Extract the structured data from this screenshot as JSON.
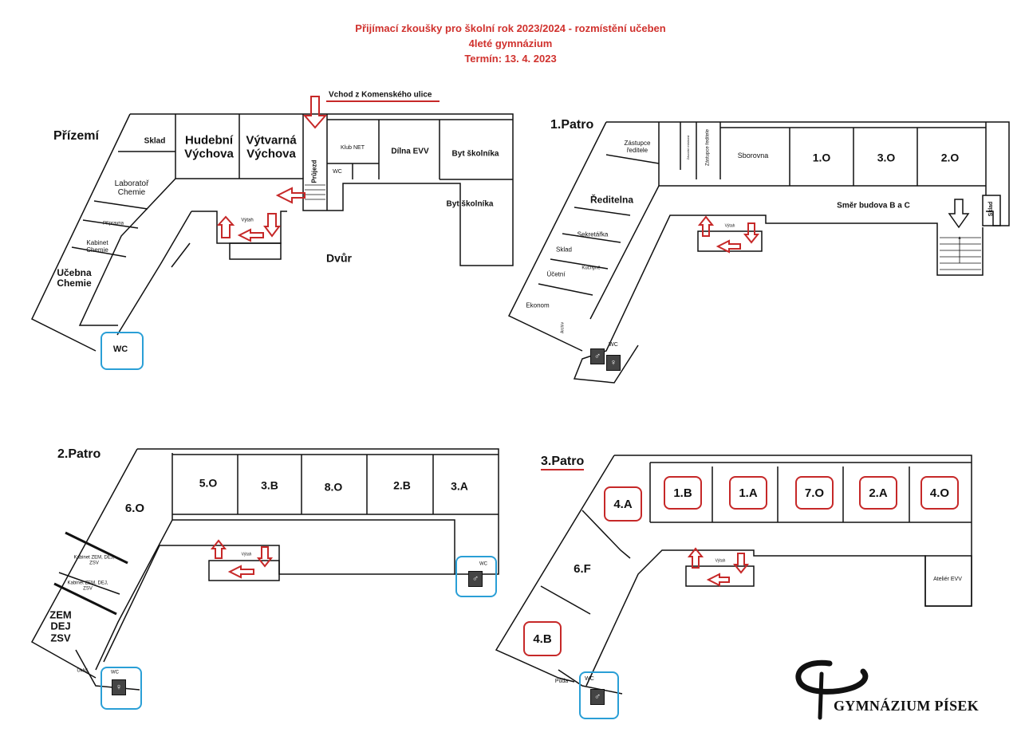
{
  "header": {
    "line1": "Přijímací zkoušky pro školní rok 2023/2024 - rozmístění učeben",
    "line2": "4leté gymnázium",
    "line3": "Termín: 13. 4. 2023"
  },
  "entrance_label": "Vchod z Komenského ulice",
  "floors": {
    "ground": {
      "title": "Přízemí",
      "rooms": {
        "sklad": "Sklad",
        "hudebni": "Hudební Výchova",
        "vytvarna": "Výtvarná Výchova",
        "prujezd": "Průjezd",
        "klub_net": "Klub NET",
        "wc_small": "WC",
        "dilna": "Dílna EVV",
        "byt1": "Byt školníka",
        "byt2": "Byt školníka",
        "laborator": "Laboratoř Chemie",
        "pripravna": "Přípravna",
        "kabinet": "Kabinet Chemie",
        "ucebna": "Učebna Chemie",
        "vytah": "Výtah",
        "dvur": "Dvůr",
        "wc": "WC"
      }
    },
    "first": {
      "title": "1.Patro",
      "rooms": {
        "zastupce": "Zástupce ředitele",
        "zavodni": "Závodní místnost",
        "zastupce2": "Zástupce ředitele",
        "sborovna": "Sborovna",
        "r1o": "1.O",
        "r3o": "3.O",
        "r2o": "2.O",
        "reditelna": "Ředitelna",
        "smer": "Směr budova B a C",
        "sklad_right": "Sklad",
        "sekretarka": "Sekretářka",
        "sklad": "Sklad",
        "kuchyne": "Kuchyně",
        "ucetni": "Účetní",
        "ekonom": "Ekonom",
        "archiv": "Archiv",
        "vytah": "Výtah",
        "wc": "WC"
      }
    },
    "second": {
      "title": "2.Patro",
      "rooms": {
        "r5o": "5.O",
        "r3b": "3.B",
        "r8o": "8.O",
        "r2b": "2.B",
        "r3a": "3.A",
        "r6o": "6.O",
        "kabinet1": "Kabinet ZEM, DEJ, ZSV",
        "kabinet2": "Kabinet ZEM, DEJ, ZSV",
        "zem": "ZEM DEJ ZSV",
        "uklid": "Úklid",
        "wc_left": "WC",
        "wc_right": "WC",
        "vytah": "Výtah"
      }
    },
    "third": {
      "title": "3.Patro",
      "rooms": {
        "r4a": "4.A",
        "r1b": "1.B",
        "r1a": "1.A",
        "r7o": "7.O",
        "r2a": "2.A",
        "r4o": "4.O",
        "r6f": "6.F",
        "r4b": "4.B",
        "puda": "Půda",
        "wc": "WC",
        "vytah": "Výtah",
        "atelier": "Ateliér EVV"
      }
    }
  },
  "logo": {
    "text": "GYMNÁZIUM PÍSEK"
  },
  "colors": {
    "title_red": "#d0312d",
    "arrow_red": "#c62828",
    "highlight_blue": "#2a9fd6",
    "walls": "#111111"
  }
}
